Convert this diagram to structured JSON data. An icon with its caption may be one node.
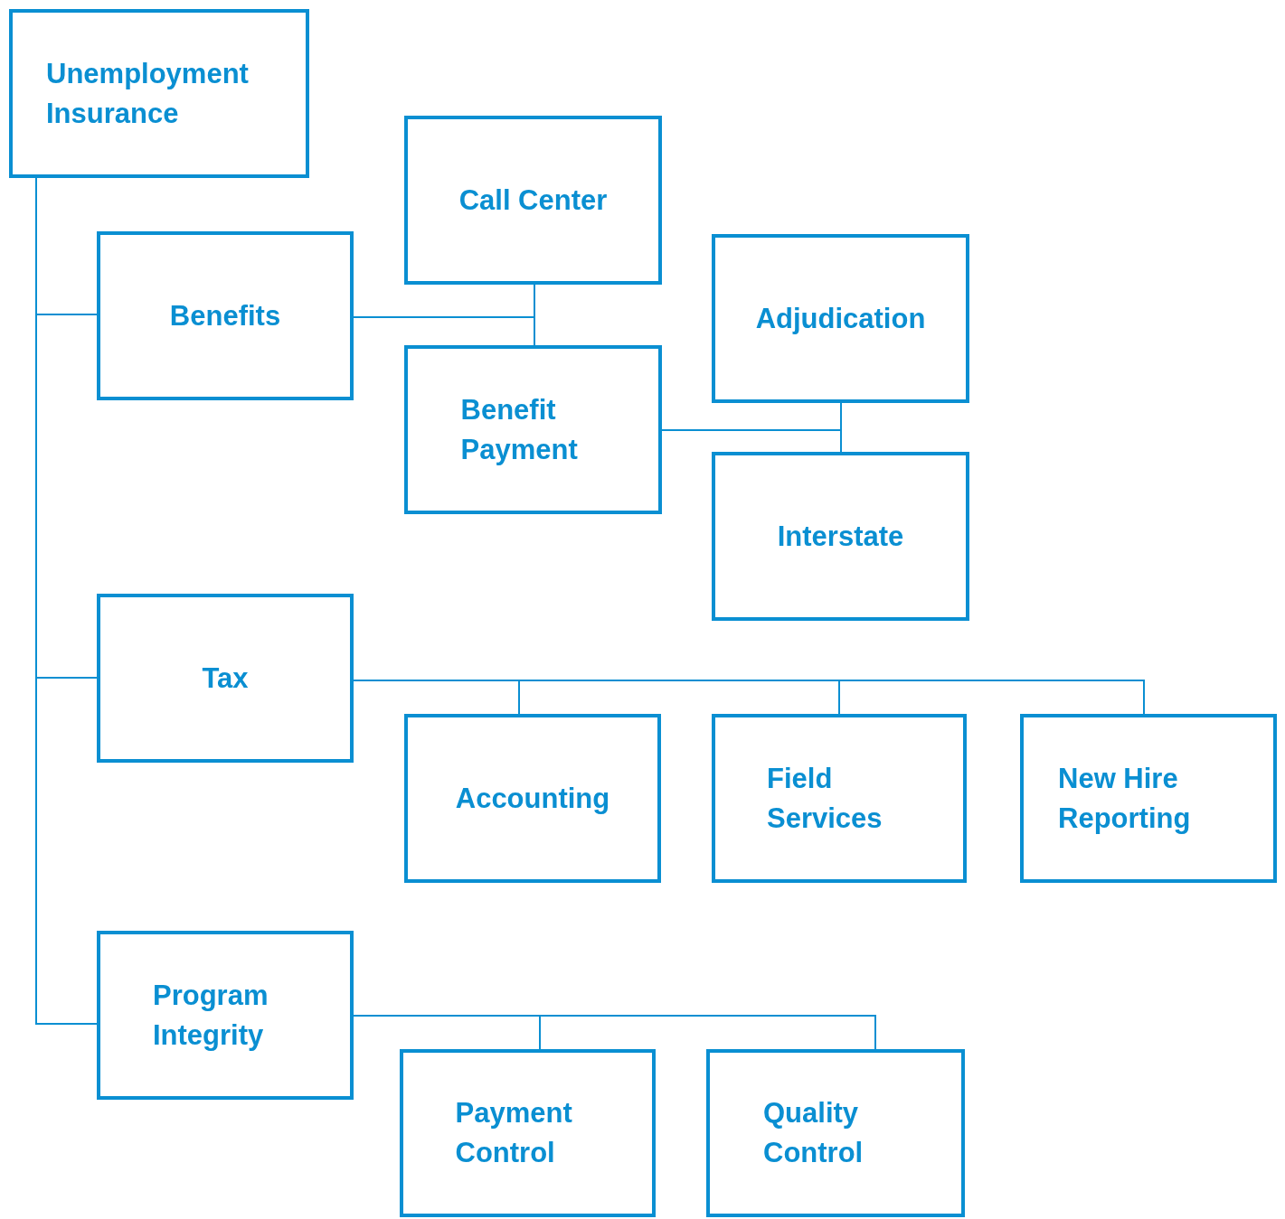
{
  "diagram": {
    "nodes": [
      {
        "text": [
          "Unemployment Insurance"
        ]
      },
      {
        "text": [
          "Benefits"
        ]
      },
      {
        "text": [
          "Call Center"
        ]
      },
      {
        "text": [
          "Benefit Payment"
        ]
      },
      {
        "text": [
          "Adjudication"
        ]
      },
      {
        "text": [
          "Interstate"
        ]
      },
      {
        "text": [
          "Tax"
        ]
      },
      {
        "text": [
          "Accounting"
        ]
      },
      {
        "text": [
          "Field Services"
        ]
      },
      {
        "text": [
          "New Hire Reporting"
        ]
      },
      {
        "text": [
          "Program Integrity"
        ]
      },
      {
        "text": [
          "Payment Control"
        ]
      },
      {
        "text": [
          "Quality Control"
        ]
      }
    ],
    "edges": [
      {
        "from": 0,
        "to": 1,
        "arrow": "none"
      },
      {
        "from": 0,
        "to": 6,
        "arrow": "none"
      },
      {
        "from": 0,
        "to": 10,
        "arrow": "none"
      },
      {
        "from": 1,
        "to": 2,
        "arrow": "none"
      },
      {
        "from": 1,
        "to": 3,
        "arrow": "none"
      },
      {
        "from": 3,
        "to": 4,
        "arrow": "none"
      },
      {
        "from": 3,
        "to": 5,
        "arrow": "none"
      },
      {
        "from": 6,
        "to": 7,
        "arrow": "none"
      },
      {
        "from": 6,
        "to": 8,
        "arrow": "none"
      },
      {
        "from": 6,
        "to": 9,
        "arrow": "none"
      },
      {
        "from": 10,
        "to": 11,
        "arrow": "none"
      },
      {
        "from": 10,
        "to": 12,
        "arrow": "none"
      }
    ]
  }
}
